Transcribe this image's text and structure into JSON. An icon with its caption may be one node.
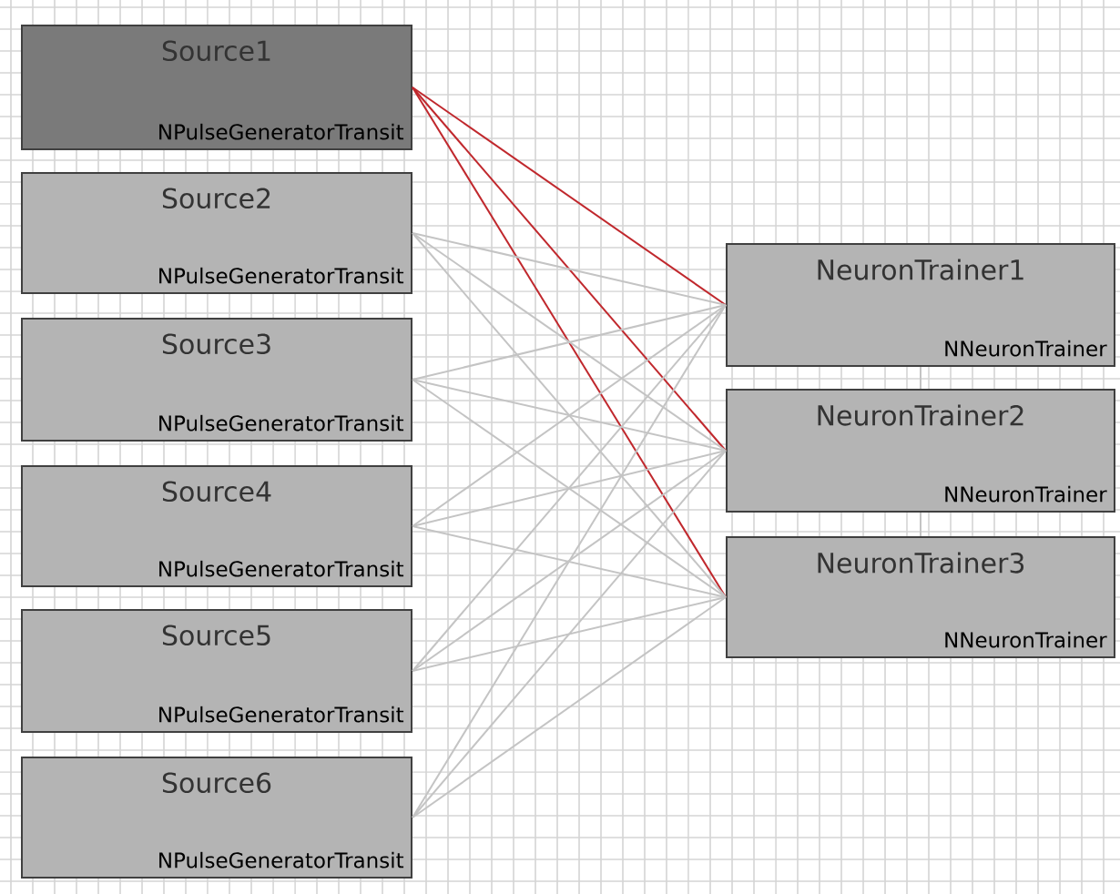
{
  "diagram": {
    "nodes": [
      {
        "text": [
          "Source1",
          "NPulseGeneratorTransit"
        ]
      },
      {
        "text": [
          "Source2",
          "NPulseGeneratorTransit"
        ]
      },
      {
        "text": [
          "Source3",
          "NPulseGeneratorTransit"
        ]
      },
      {
        "text": [
          "Source4",
          "NPulseGeneratorTransit"
        ]
      },
      {
        "text": [
          "Source5",
          "NPulseGeneratorTransit"
        ]
      },
      {
        "text": [
          "Source6",
          "NPulseGeneratorTransit"
        ]
      },
      {
        "text": [
          "NeuronTrainer1",
          "NNeuronTrainer"
        ]
      },
      {
        "text": [
          "NeuronTrainer2",
          "NNeuronTrainer"
        ]
      },
      {
        "text": [
          "NeuronTrainer3",
          "NNeuronTrainer"
        ]
      }
    ],
    "edges": [
      {
        "from": 0,
        "to": 6,
        "arrow": "none",
        "color": "#c0282d"
      },
      {
        "from": 0,
        "to": 7,
        "arrow": "none",
        "color": "#c0282d"
      },
      {
        "from": 0,
        "to": 8,
        "arrow": "none",
        "color": "#c0282d"
      },
      {
        "from": 1,
        "to": 6,
        "arrow": "none"
      },
      {
        "from": 1,
        "to": 7,
        "arrow": "none"
      },
      {
        "from": 1,
        "to": 8,
        "arrow": "none"
      },
      {
        "from": 2,
        "to": 6,
        "arrow": "none"
      },
      {
        "from": 2,
        "to": 7,
        "arrow": "none"
      },
      {
        "from": 2,
        "to": 8,
        "arrow": "none"
      },
      {
        "from": 3,
        "to": 6,
        "arrow": "none"
      },
      {
        "from": 3,
        "to": 7,
        "arrow": "none"
      },
      {
        "from": 3,
        "to": 8,
        "arrow": "none"
      },
      {
        "from": 4,
        "to": 6,
        "arrow": "none"
      },
      {
        "from": 4,
        "to": 7,
        "arrow": "none"
      },
      {
        "from": 4,
        "to": 8,
        "arrow": "none"
      },
      {
        "from": 5,
        "to": 6,
        "arrow": "none"
      },
      {
        "from": 5,
        "to": 7,
        "arrow": "none"
      },
      {
        "from": 5,
        "to": 8,
        "arrow": "none"
      },
      {
        "from": 6,
        "to": 7,
        "arrow": "none"
      },
      {
        "from": 7,
        "to": 8,
        "arrow": "none"
      }
    ]
  }
}
